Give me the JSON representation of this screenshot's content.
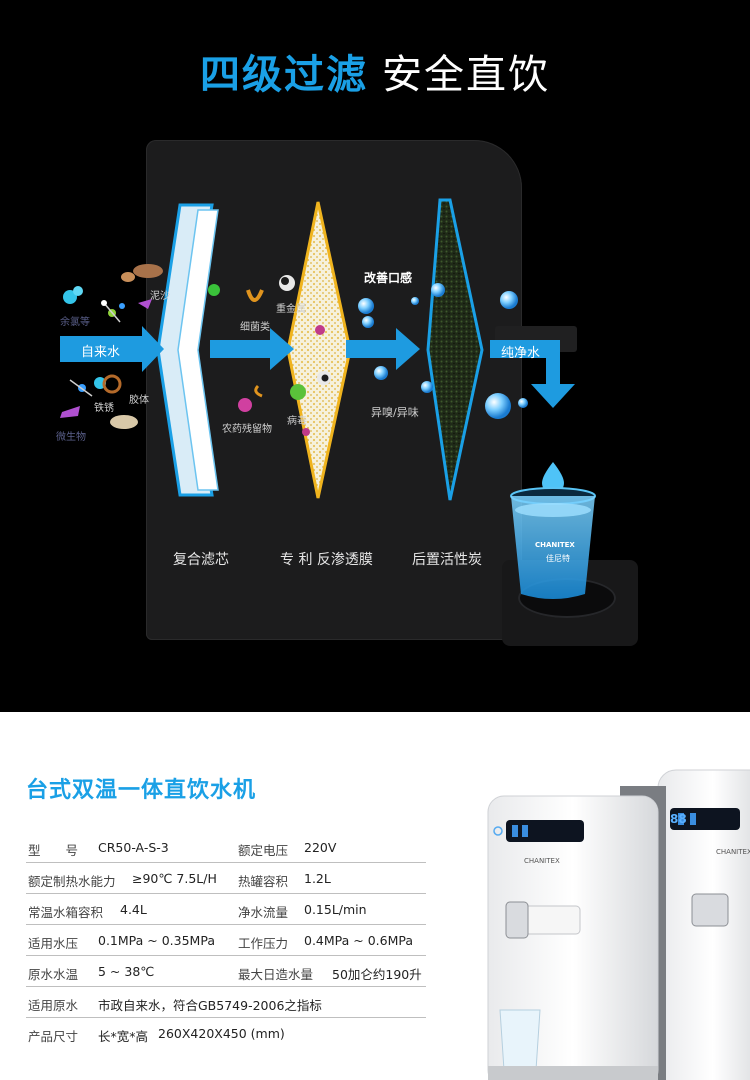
{
  "headline": {
    "accent": "四级过滤",
    "rest": "安全直饮"
  },
  "stages": {
    "s1": "复合滤芯",
    "s2": "专 利 反渗透膜",
    "s3": "后置活性炭"
  },
  "flow": {
    "input": "自来水",
    "output": "纯净水",
    "taste": "改善口感"
  },
  "contaminants": {
    "left_top_dim": "余氯等",
    "mud": "泥沙",
    "rust": "铁锈",
    "colloid": "胶体",
    "left_bottom_dim": "微生物",
    "bacteria": "细菌类",
    "heavy_metal": "重金属",
    "pesticide": "农药残留物",
    "virus": "病毒",
    "odor": "异嗅/异味"
  },
  "brand": {
    "name": "CHANITEX",
    "cn": "佳尼特"
  },
  "product": {
    "title": "台式双温一体直饮水机",
    "rows": [
      [
        [
          "型　　号",
          "CR50-A-S-3"
        ],
        [
          "额定电压",
          "220V"
        ]
      ],
      [
        [
          "额定制热水能力",
          "≥90℃  7.5L/H"
        ],
        [
          "热罐容积",
          "1.2L"
        ]
      ],
      [
        [
          "常温水箱容积",
          "4.4L"
        ],
        [
          "净水流量",
          "0.15L/min"
        ]
      ],
      [
        [
          "适用水压",
          "0.1MPa ~ 0.35MPa"
        ],
        [
          "工作压力",
          "0.4MPa ~ 0.6MPa"
        ]
      ],
      [
        [
          "原水水温",
          "5 ~ 38℃"
        ],
        [
          "最大日造水量",
          "50加仑约190升"
        ]
      ]
    ],
    "source_label": "适用原水",
    "source_value": "市政自来水，符合GB5749-2006之指标",
    "size_label": "产品尺寸",
    "size_dims": "长*宽*高",
    "size_value": "260X420X450 (mm)",
    "display_reading": "88",
    "device_brand": "CHANITEX"
  },
  "colors": {
    "accent": "#1aa0e6",
    "filter_yellow": "#f0b41e",
    "arrow_blue": "#1e9be0"
  }
}
